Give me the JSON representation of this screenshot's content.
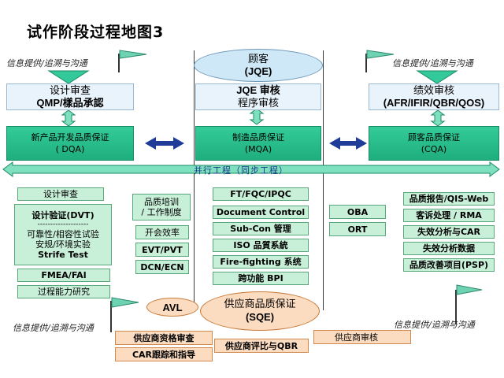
{
  "title": "试作阶段过程地图3",
  "info_label": "信息提供/追溯与沟通",
  "top_boxes": {
    "left": {
      "line1": "设计审查",
      "line2": "QMP/樣品承認"
    },
    "middle": {
      "line1": "JQE 审核",
      "line2": "程序审核"
    },
    "right": {
      "line1": "绩效审核",
      "line2": "(AFR/IFIR/QBR/QOS)"
    }
  },
  "customer": {
    "line1": "顾客",
    "line2": "(JQE)"
  },
  "teal_boxes": {
    "left": {
      "line1": "新产品开发品质保证",
      "line2": "( DQA)"
    },
    "middle": {
      "line1": "制造品质保证",
      "line2": "(MQA)"
    },
    "right": {
      "line1": "顾客品质保证",
      "line2": "(CQA)"
    }
  },
  "parallel_label": "并行工程（同步工程）",
  "left_items": {
    "design_review": "设计审查",
    "dvt_title": "设计验证(DVT)",
    "dvt_sep": "--------------------",
    "dvt_l2": "可靠性/相容性试验",
    "dvt_l3": "安规/环境实验",
    "dvt_l4": "Strife Test",
    "fmea": "FMEA/FAI",
    "process": "过程能力研究"
  },
  "center_left_items": {
    "training": "品质培训\n/ 工作制度",
    "kickoff": "开会效率",
    "evt": "EVT/PVT",
    "dcn": "DCN/ECN"
  },
  "center_items": [
    "FT/FQC/IPQC",
    "Document Control",
    "Sub-Con 管理",
    "ISO 品質系統",
    "Fire-fighting 系统",
    "跨功能 BPI"
  ],
  "center_right_items": [
    "OBA",
    "ORT"
  ],
  "right_items": [
    "品质报告/QIS-Web",
    "客诉处理 / RMA",
    "失效分析与CAR",
    "失效分析数据",
    "品质改善项目(PSP)"
  ],
  "avl": "AVL",
  "sqe": {
    "line1": "供应商品质保证",
    "line2": "(SQE)"
  },
  "bottom_items": {
    "supplier_audit": "供应商资格审查",
    "car_tracking": "CAR跟踪和指导",
    "supplier_eval": "供应商评比与QBR",
    "supplier_check": "供应商审核"
  },
  "colors": {
    "teal": "#26b888",
    "green_fill": "#c8efd8",
    "arrow_blue": "#1f3c99",
    "flag_green": "#6ed3b3",
    "ellipse_fill": "#cfe8f7",
    "orange_fill": "#fbdcc0"
  }
}
